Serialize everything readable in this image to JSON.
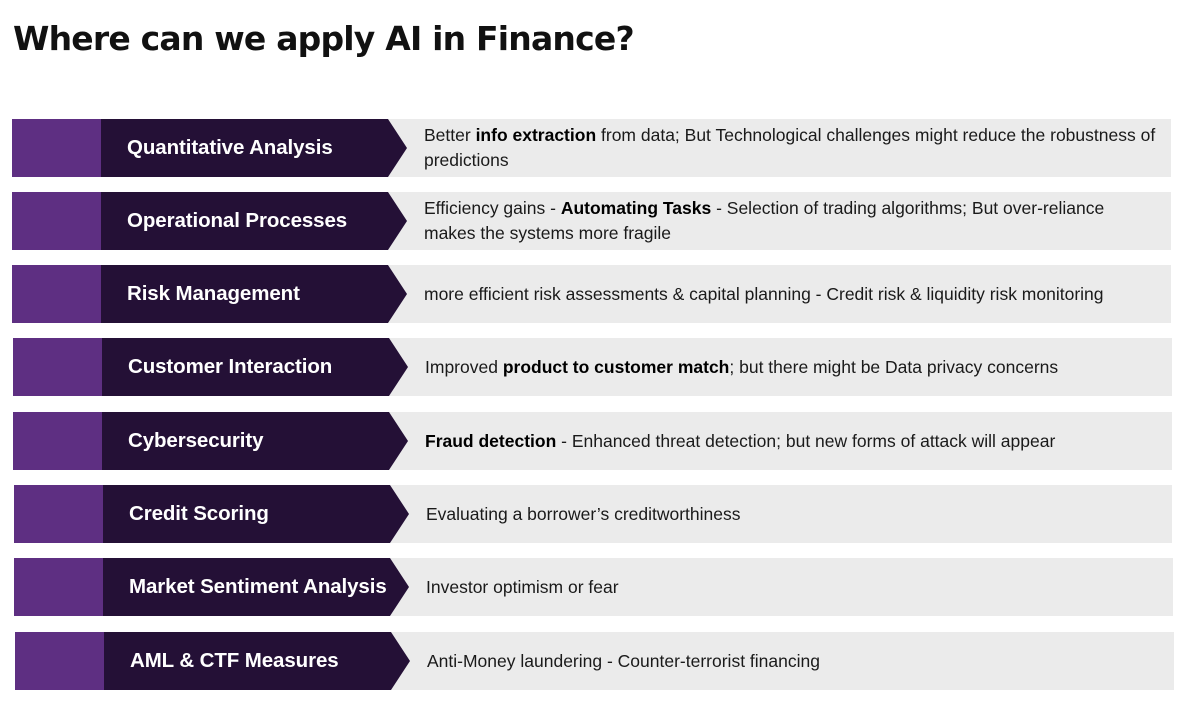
{
  "title": "Where can we apply AI in Finance?",
  "colors": {
    "accent_light": "#5e2f82",
    "accent_dark": "#241036",
    "description_bg": "#ebebeb"
  },
  "rows": [
    {
      "category": "Quantitative Analysis",
      "description": [
        {
          "text": "Better ",
          "bold": false
        },
        {
          "text": "info extraction",
          "bold": true
        },
        {
          "text": " from data; But Technological challenges might reduce the robustness of predictions",
          "bold": false
        }
      ]
    },
    {
      "category": "Operational Processes",
      "description": [
        {
          "text": "Efficiency gains - ",
          "bold": false
        },
        {
          "text": "Automating Tasks",
          "bold": true
        },
        {
          "text": " - Selection of trading algorithms; But over-reliance makes the systems more fragile",
          "bold": false
        }
      ]
    },
    {
      "category": "Risk Management",
      "description": [
        {
          "text": "more efficient risk assessments & capital planning - Credit risk & liquidity risk monitoring",
          "bold": false
        }
      ]
    },
    {
      "category": "Customer Interaction",
      "description": [
        {
          "text": "Improved ",
          "bold": false
        },
        {
          "text": "product to customer match",
          "bold": true
        },
        {
          "text": "; but there might be Data privacy concerns",
          "bold": false
        }
      ]
    },
    {
      "category": "Cybersecurity",
      "description": [
        {
          "text": "Fraud detection",
          "bold": true
        },
        {
          "text": " - Enhanced threat detection; but  new forms of attack will appear",
          "bold": false
        }
      ]
    },
    {
      "category": "Credit Scoring",
      "description": [
        {
          "text": "Evaluating a borrower’s creditworthiness",
          "bold": false
        }
      ]
    },
    {
      "category": "Market Sentiment Analysis",
      "description": [
        {
          "text": "Investor optimism or fear",
          "bold": false
        }
      ]
    },
    {
      "category": "AML & CTF Measures",
      "description": [
        {
          "text": "Anti-Money laundering - Counter-terrorist financing",
          "bold": false
        }
      ]
    }
  ]
}
